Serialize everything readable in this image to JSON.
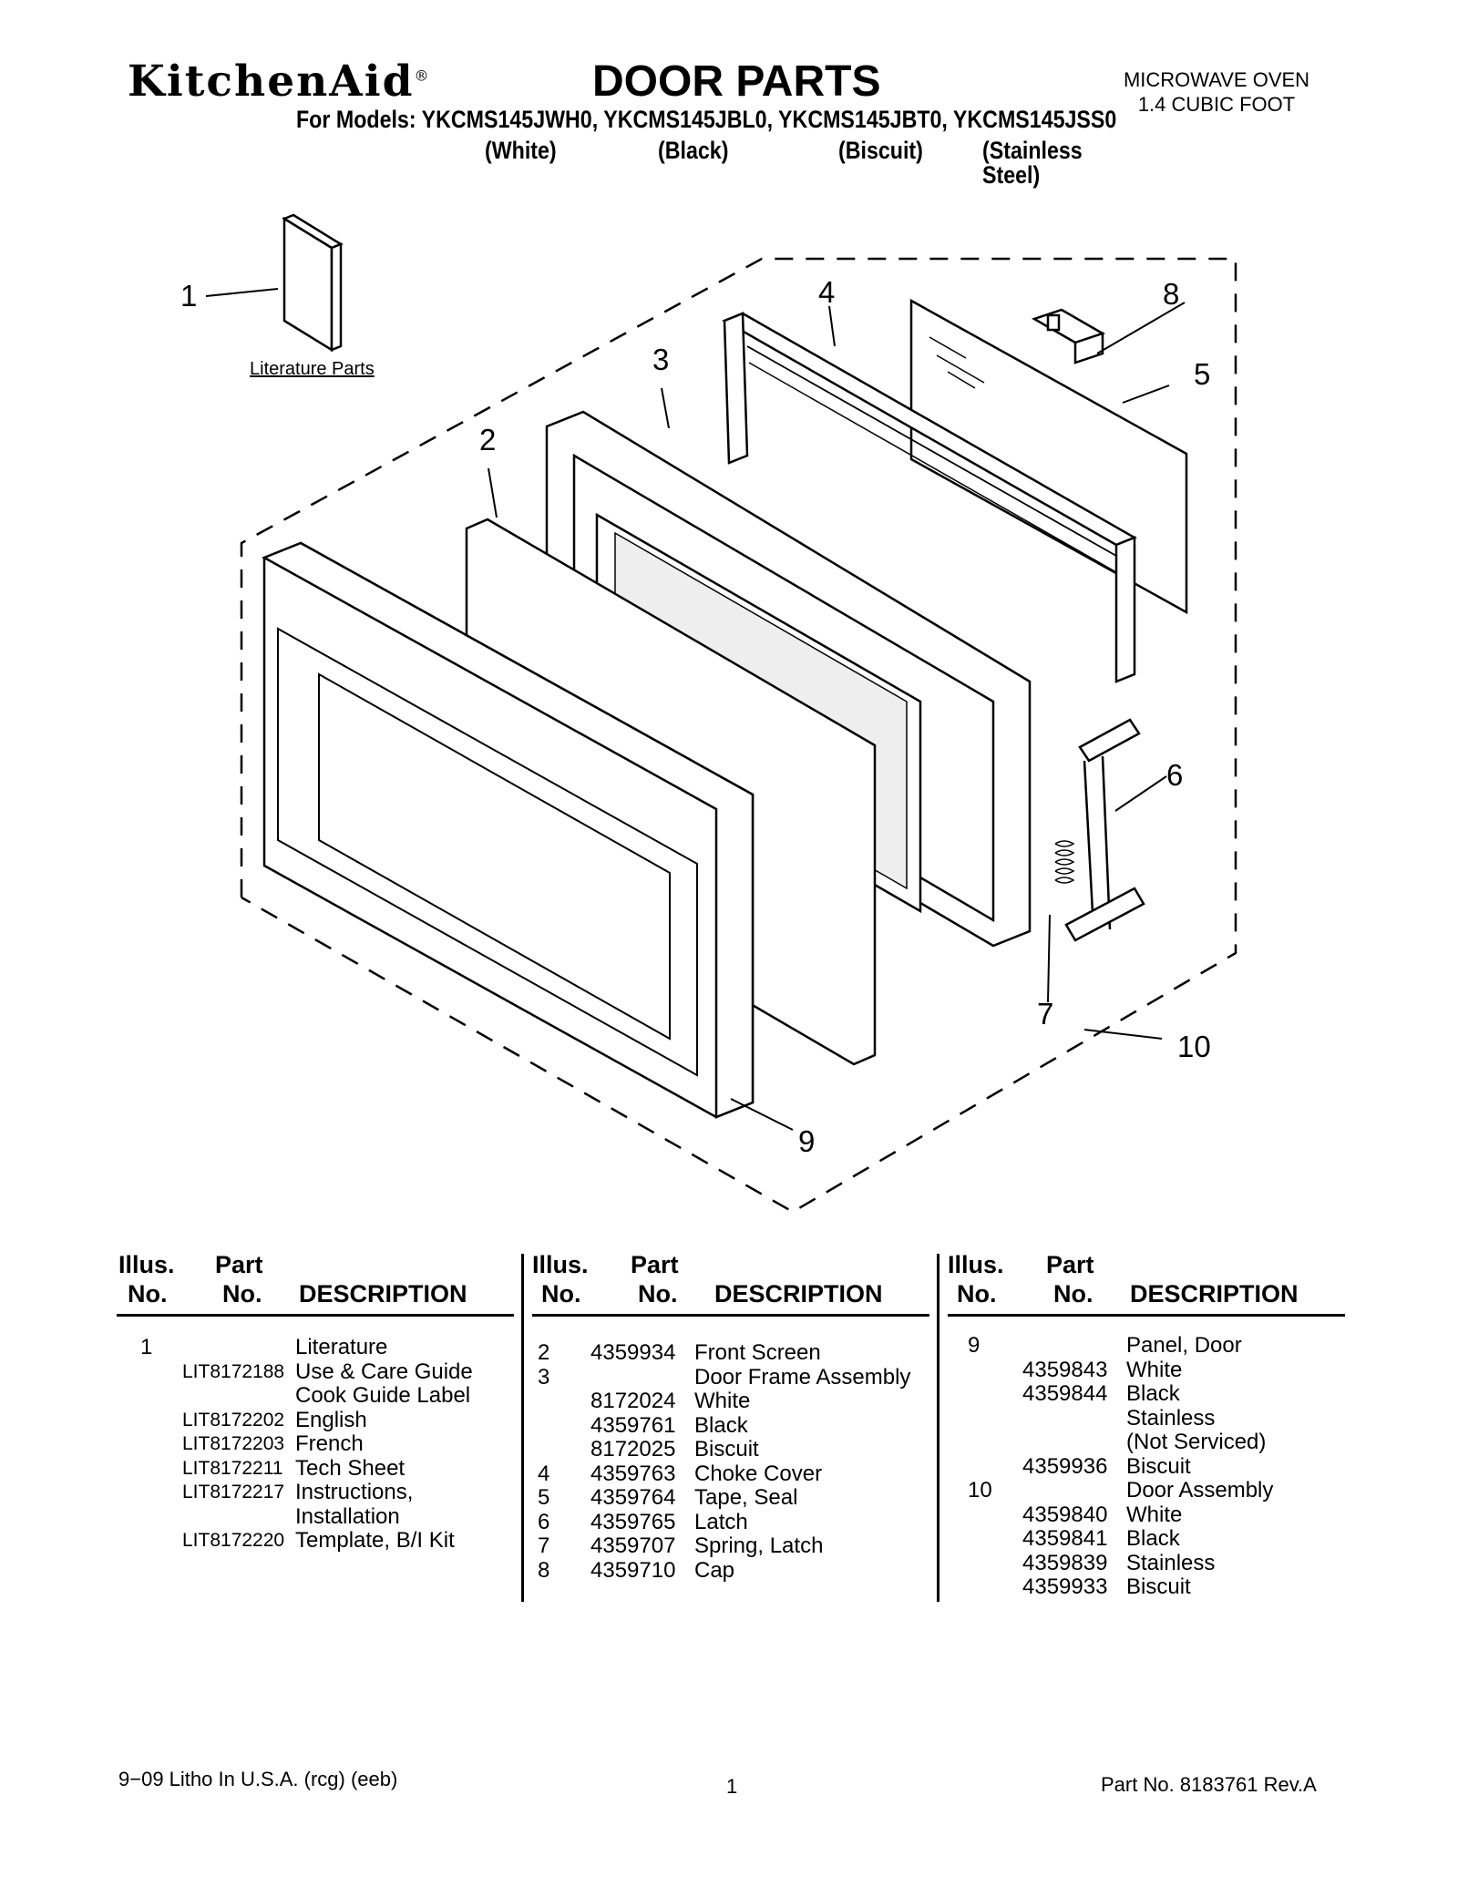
{
  "header": {
    "brand": "KitchenAid",
    "brand_mark": "®",
    "title": "DOOR PARTS",
    "product_line1": "MICROWAVE OVEN",
    "product_line2": "1.4 CUBIC FOOT",
    "models": "For Models: YKCMS145JWH0, YKCMS145JBL0, YKCMS145JBT0, YKCMS145JSS0",
    "colors": [
      "(White)",
      "(Black)",
      "(Biscuit)",
      "(Stainless Steel)"
    ]
  },
  "diagram": {
    "callouts": [
      "1",
      "2",
      "3",
      "4",
      "5",
      "6",
      "7",
      "8",
      "9",
      "10"
    ],
    "literature_label": "Literature Parts"
  },
  "table": {
    "col_head_illus": "Illus.",
    "col_head_part": "Part",
    "col_head_no": "No.",
    "col_head_no2": "No.",
    "col_head_desc": "DESCRIPTION",
    "columns": [
      [
        {
          "illus": "1",
          "part": "",
          "desc": "Literature"
        },
        {
          "illus": "",
          "part": "LIT8172188",
          "desc": "Use & Care Guide"
        },
        {
          "illus": "",
          "part": "",
          "desc": "Cook Guide Label"
        },
        {
          "illus": "",
          "part": "LIT8172202",
          "desc": "English"
        },
        {
          "illus": "",
          "part": "LIT8172203",
          "desc": "French"
        },
        {
          "illus": "",
          "part": "LIT8172211",
          "desc": "Tech Sheet"
        },
        {
          "illus": "",
          "part": "LIT8172217",
          "desc": "Instructions,"
        },
        {
          "illus": "",
          "part": "",
          "desc": "Installation"
        },
        {
          "illus": "",
          "part": "LIT8172220",
          "desc": "Template, B/I Kit"
        }
      ],
      [
        {
          "illus": "2",
          "part": "4359934",
          "desc": "Front Screen"
        },
        {
          "illus": "3",
          "part": "",
          "desc": "Door Frame Assembly"
        },
        {
          "illus": "",
          "part": "8172024",
          "desc": "White"
        },
        {
          "illus": "",
          "part": "4359761",
          "desc": "Black"
        },
        {
          "illus": "",
          "part": "8172025",
          "desc": "Biscuit"
        },
        {
          "illus": "4",
          "part": "4359763",
          "desc": "Choke Cover"
        },
        {
          "illus": "5",
          "part": "4359764",
          "desc": "Tape, Seal"
        },
        {
          "illus": "6",
          "part": "4359765",
          "desc": "Latch"
        },
        {
          "illus": "7",
          "part": "4359707",
          "desc": "Spring, Latch"
        },
        {
          "illus": "8",
          "part": "4359710",
          "desc": "Cap"
        }
      ],
      [
        {
          "illus": "9",
          "part": "",
          "desc": "Panel, Door"
        },
        {
          "illus": "",
          "part": "4359843",
          "desc": "White"
        },
        {
          "illus": "",
          "part": "4359844",
          "desc": "Black"
        },
        {
          "illus": "",
          "part": "",
          "desc": "Stainless"
        },
        {
          "illus": "",
          "part": "",
          "desc": "(Not Serviced)"
        },
        {
          "illus": "",
          "part": "4359936",
          "desc": "Biscuit"
        },
        {
          "illus": "10",
          "part": "",
          "desc": "Door Assembly"
        },
        {
          "illus": "",
          "part": "4359840",
          "desc": "White"
        },
        {
          "illus": "",
          "part": "4359841",
          "desc": "Black"
        },
        {
          "illus": "",
          "part": "4359839",
          "desc": "Stainless"
        },
        {
          "illus": "",
          "part": "4359933",
          "desc": "Biscuit"
        }
      ]
    ]
  },
  "footer": {
    "left": "9−09 Litho In U.S.A. (rcg) (eeb)",
    "center": "1",
    "right": "Part No. 8183761 Rev.A"
  }
}
